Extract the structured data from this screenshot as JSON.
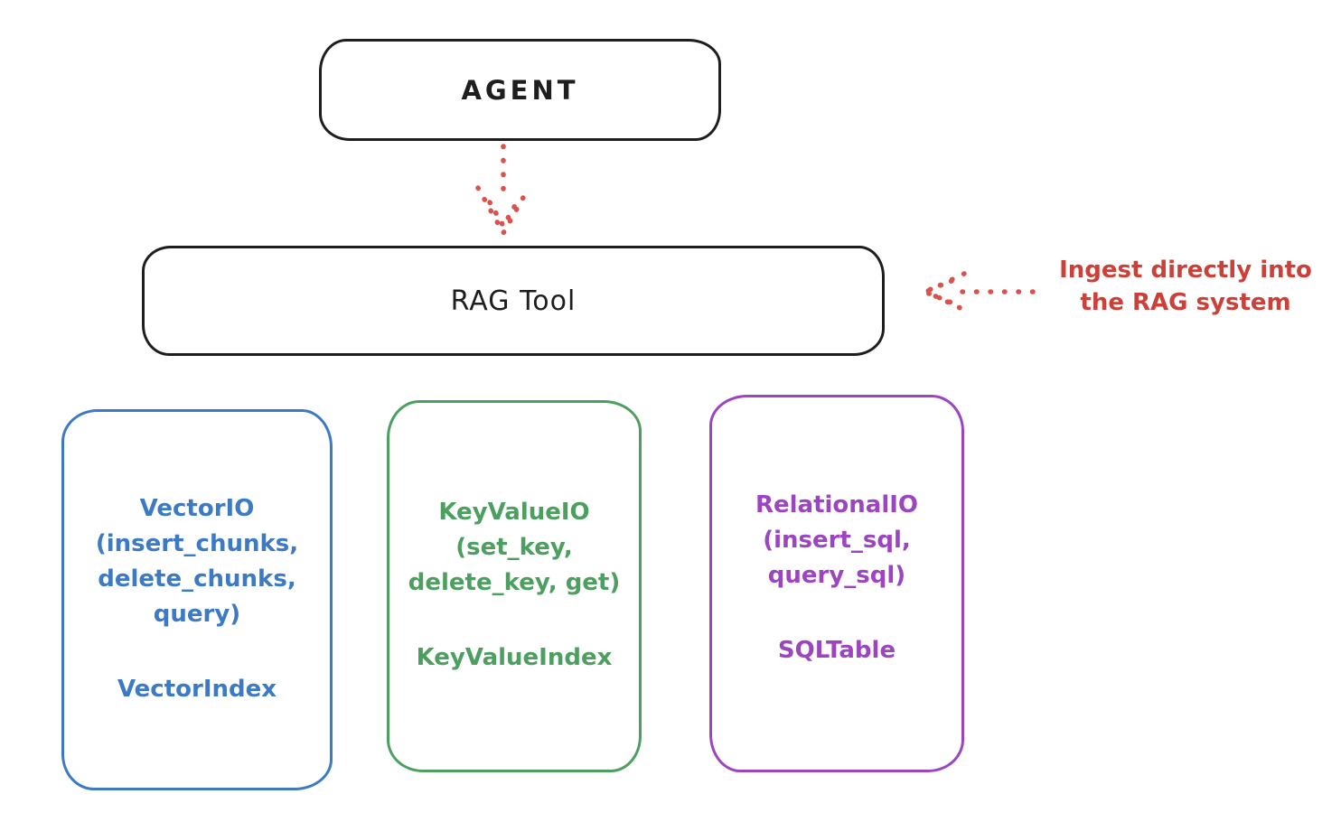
{
  "colors": {
    "ink": "#1e1e1e",
    "red_text": "#cb4038",
    "red_arrow": "#da524d",
    "blue": "#3d7ac4",
    "green": "#4d9f5f",
    "purple": "#9d44c0",
    "background": "#ffffff"
  },
  "agent_box": {
    "label": "AGENT"
  },
  "rag_box": {
    "label": "RAG Tool"
  },
  "annotation": {
    "text": "Ingest directly into\nthe RAG system"
  },
  "arrows": [
    {
      "name": "agent-to-rag",
      "style": "dotted",
      "direction": "down"
    },
    {
      "name": "annotation-to-rag",
      "style": "dotted",
      "direction": "left"
    }
  ],
  "storage_boxes": [
    {
      "name": "vector-io",
      "title": "VectorIO\n(insert_chunks,\ndelete_chunks,\nquery)",
      "index": "VectorIndex",
      "color": "#3d7ac4"
    },
    {
      "name": "keyvalue-io",
      "title": "KeyValueIO\n(set_key,\ndelete_key, get)",
      "index": "KeyValueIndex",
      "color": "#4d9f5f"
    },
    {
      "name": "relational-io",
      "title": "RelationalIO\n(insert_sql,\nquery_sql)",
      "index": "SQLTable",
      "color": "#9d44c0"
    }
  ]
}
